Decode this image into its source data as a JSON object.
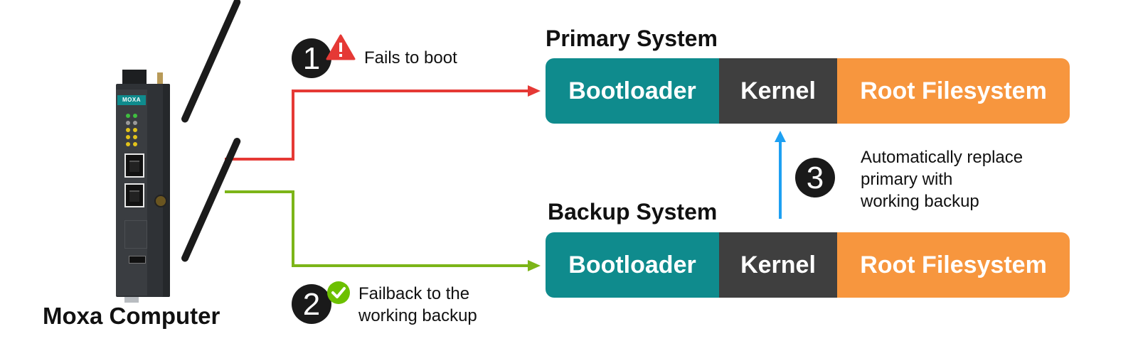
{
  "colors": {
    "teal": "#0f8b8d",
    "kernel": "#3f3f3f",
    "orange": "#f7963e",
    "fail_line": "#e53935",
    "backup_line": "#7cb518",
    "replace_arrow": "#1ea0f2",
    "warning": "#e53935",
    "check": "#6cc000"
  },
  "device": {
    "label": "Moxa Computer",
    "logo_text": "MOXA"
  },
  "steps": [
    {
      "number": "1",
      "icon": "warning-icon",
      "lines": [
        "Fails to boot"
      ]
    },
    {
      "number": "2",
      "icon": "checkmark-icon",
      "lines": [
        "Failback to the",
        "working backup"
      ]
    },
    {
      "number": "3",
      "icon": "up-arrow-icon",
      "lines": [
        "Automatically replace",
        "primary with",
        "working backup"
      ]
    }
  ],
  "primary": {
    "title": "Primary System",
    "segments": [
      "Bootloader",
      "Kernel",
      "Root Filesystem"
    ]
  },
  "backup": {
    "title": "Backup System",
    "segments": [
      "Bootloader",
      "Kernel",
      "Root Filesystem"
    ]
  }
}
